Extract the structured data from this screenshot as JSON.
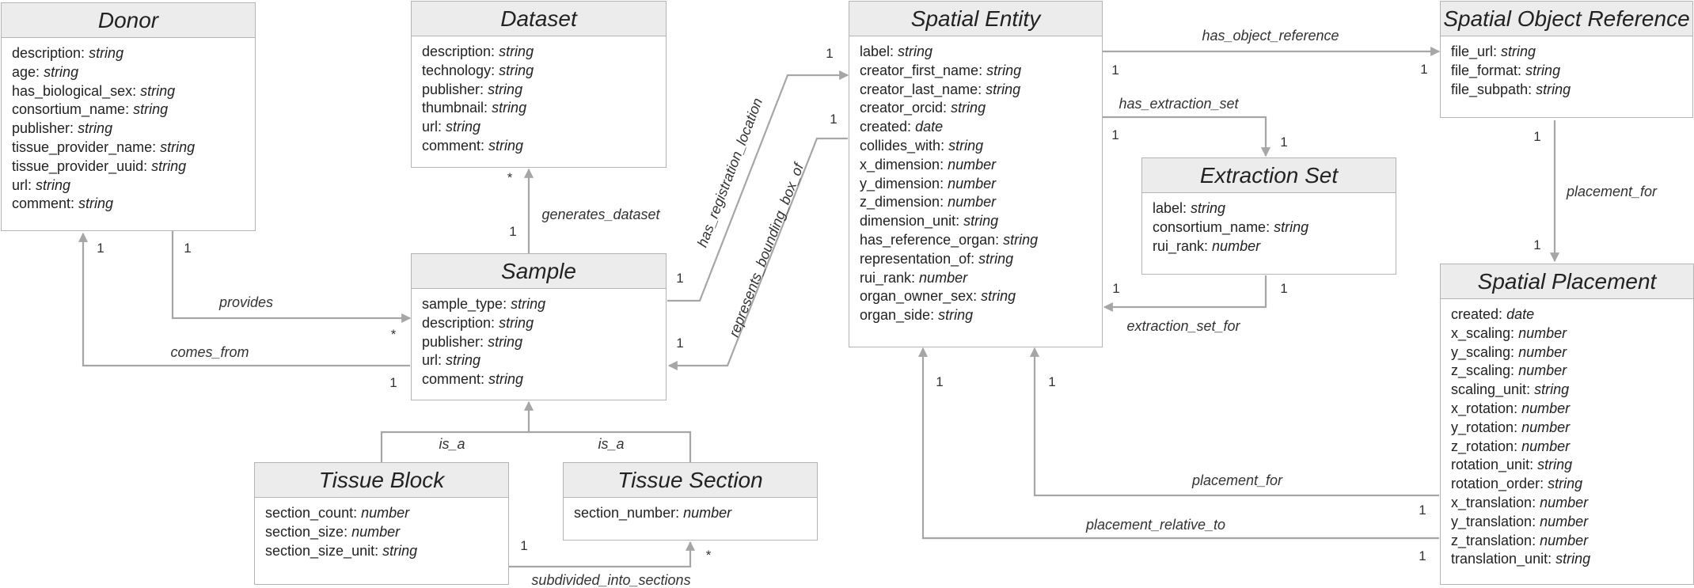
{
  "entities": {
    "donor": {
      "title": "Donor",
      "attributes": [
        {
          "name": "description",
          "type": "string"
        },
        {
          "name": "age",
          "type": "string"
        },
        {
          "name": "has_biological_sex",
          "type": "string"
        },
        {
          "name": "consortium_name",
          "type": "string"
        },
        {
          "name": "publisher",
          "type": "string"
        },
        {
          "name": "tissue_provider_name",
          "type": "string"
        },
        {
          "name": "tissue_provider_uuid",
          "type": "string"
        },
        {
          "name": "url",
          "type": "string"
        },
        {
          "name": "comment",
          "type": "string"
        }
      ]
    },
    "dataset": {
      "title": "Dataset",
      "attributes": [
        {
          "name": "description",
          "type": "string"
        },
        {
          "name": "technology",
          "type": "string"
        },
        {
          "name": "publisher",
          "type": "string"
        },
        {
          "name": "thumbnail",
          "type": "string"
        },
        {
          "name": "url",
          "type": "string"
        },
        {
          "name": "comment",
          "type": "string"
        }
      ]
    },
    "sample": {
      "title": "Sample",
      "attributes": [
        {
          "name": "sample_type",
          "type": "string"
        },
        {
          "name": "description",
          "type": "string"
        },
        {
          "name": "publisher",
          "type": "string"
        },
        {
          "name": "url",
          "type": "string"
        },
        {
          "name": "comment",
          "type": "string"
        }
      ]
    },
    "tissue_block": {
      "title": "Tissue Block",
      "attributes": [
        {
          "name": "section_count",
          "type": "number"
        },
        {
          "name": "section_size",
          "type": "number"
        },
        {
          "name": "section_size_unit",
          "type": "string"
        }
      ]
    },
    "tissue_section": {
      "title": "Tissue Section",
      "attributes": [
        {
          "name": "section_number",
          "type": "number"
        }
      ]
    },
    "spatial_entity": {
      "title": "Spatial Entity",
      "attributes": [
        {
          "name": "label",
          "type": "string"
        },
        {
          "name": "creator_first_name",
          "type": "string"
        },
        {
          "name": "creator_last_name",
          "type": "string"
        },
        {
          "name": "creator_orcid",
          "type": "string"
        },
        {
          "name": "created",
          "type": "date"
        },
        {
          "name": "collides_with",
          "type": "string"
        },
        {
          "name": "x_dimension",
          "type": "number"
        },
        {
          "name": "y_dimension",
          "type": "number"
        },
        {
          "name": "z_dimension",
          "type": "number"
        },
        {
          "name": "dimension_unit",
          "type": "string"
        },
        {
          "name": "has_reference_organ",
          "type": "string"
        },
        {
          "name": "representation_of",
          "type": "string"
        },
        {
          "name": "rui_rank",
          "type": "number"
        },
        {
          "name": "organ_owner_sex",
          "type": "string"
        },
        {
          "name": "organ_side",
          "type": "string"
        }
      ]
    },
    "extraction_set": {
      "title": "Extraction Set",
      "attributes": [
        {
          "name": "label",
          "type": "string"
        },
        {
          "name": "consortium_name",
          "type": "string"
        },
        {
          "name": "rui_rank",
          "type": "number"
        }
      ]
    },
    "spatial_object_reference": {
      "title": "Spatial Object Reference",
      "attributes": [
        {
          "name": "file_url",
          "type": "string"
        },
        {
          "name": "file_format",
          "type": "string"
        },
        {
          "name": "file_subpath",
          "type": "string"
        }
      ]
    },
    "spatial_placement": {
      "title": "Spatial Placement",
      "attributes": [
        {
          "name": "created",
          "type": "date"
        },
        {
          "name": "x_scaling",
          "type": "number"
        },
        {
          "name": "y_scaling",
          "type": "number"
        },
        {
          "name": "z_scaling",
          "type": "number"
        },
        {
          "name": "scaling_unit",
          "type": "string"
        },
        {
          "name": "x_rotation",
          "type": "number"
        },
        {
          "name": "y_rotation",
          "type": "number"
        },
        {
          "name": "z_rotation",
          "type": "number"
        },
        {
          "name": "rotation_unit",
          "type": "string"
        },
        {
          "name": "rotation_order",
          "type": "string"
        },
        {
          "name": "x_translation",
          "type": "number"
        },
        {
          "name": "y_translation",
          "type": "number"
        },
        {
          "name": "z_translation",
          "type": "number"
        },
        {
          "name": "translation_unit",
          "type": "string"
        }
      ]
    }
  },
  "relationships": {
    "generates_dataset": "generates_dataset",
    "provides": "provides",
    "comes_from": "comes_from",
    "is_a_block": "is_a",
    "is_a_section": "is_a",
    "subdivided_into_sections": "subdivided_into_sections",
    "has_registration_location": "has_registration_location",
    "represents_bounding_box_of": "represents_bounding_box_of",
    "has_object_reference": "has_object_reference",
    "has_extraction_set": "has_extraction_set",
    "extraction_set_for": "extraction_set_for",
    "placement_for_object": "placement_for",
    "placement_for_entity": "placement_for",
    "placement_relative_to": "placement_relative_to"
  },
  "multiplicity": {
    "one": "1",
    "many": "*"
  },
  "colors": {
    "line": "#a6a6a6",
    "header_fill": "#ececec",
    "border": "#b4b4b4"
  }
}
